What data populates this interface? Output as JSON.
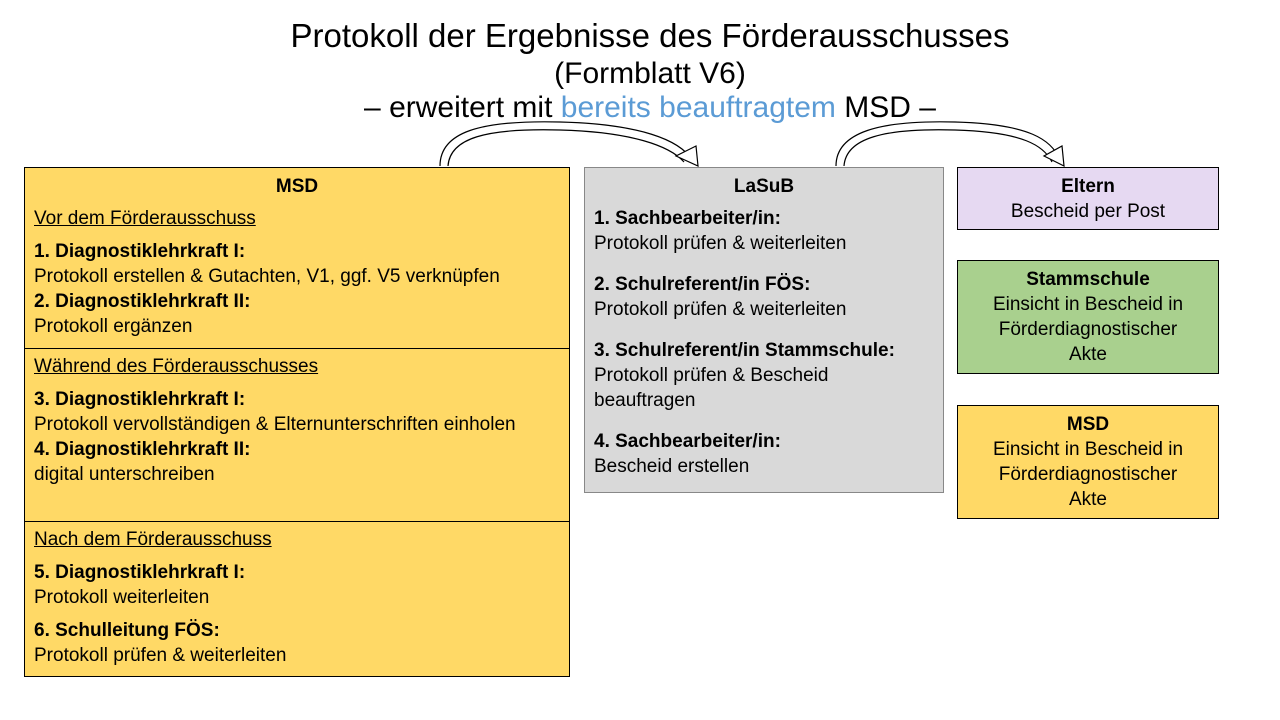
{
  "title": {
    "line1": "Protokoll der Ergebnisse des Förderausschusses",
    "line2": "(Formblatt V6)",
    "line3_prefix": "– erweitert mit ",
    "line3_highlight": "bereits beauftragtem",
    "line3_suffix": " MSD –"
  },
  "msd": {
    "heading": "MSD",
    "sections": [
      {
        "title": "Vor dem Förderausschuss",
        "steps": [
          {
            "label": "1. Diagnostiklehrkraft I:",
            "text": "Protokoll erstellen & Gutachten, V1, ggf. V5 verknüpfen"
          },
          {
            "label": "2. Diagnostiklehrkraft II:",
            "text": "Protokoll ergänzen"
          }
        ]
      },
      {
        "title": "Während des Förderausschusses",
        "steps": [
          {
            "label": "3. Diagnostiklehrkraft I:",
            "text": "Protokoll vervollständigen & Elternunterschriften einholen"
          },
          {
            "label": "4. Diagnostiklehrkraft II:",
            "text": "digital unterschreiben"
          }
        ]
      },
      {
        "title": "Nach dem Förderausschuss",
        "steps": [
          {
            "label": "5. Diagnostiklehrkraft I:",
            "text": "Protokoll weiterleiten"
          },
          {
            "label": "6. Schulleitung FÖS:",
            "text": "Protokoll prüfen & weiterleiten"
          }
        ]
      }
    ]
  },
  "lasub": {
    "heading": "LaSuB",
    "steps": [
      {
        "label": "1. Sachbearbeiter/in:",
        "text": "Protokoll prüfen & weiterleiten"
      },
      {
        "label": "2. Schulreferent/in FÖS:",
        "text": "Protokoll prüfen & weiterleiten"
      },
      {
        "label": "3. Schulreferent/in Stammschule:",
        "text": "Protokoll prüfen & Bescheid beauftragen"
      },
      {
        "label": "4. Sachbearbeiter/in:",
        "text": "Bescheid erstellen"
      }
    ]
  },
  "eltern": {
    "heading": "Eltern",
    "text": "Bescheid per Post"
  },
  "stammschule": {
    "heading": "Stammschule",
    "text": "Einsicht in Bescheid in Förderdiagnostischer Akte"
  },
  "msd_right": {
    "heading": "MSD",
    "text": "Einsicht in Bescheid in Förderdiagnostischer Akte"
  },
  "colors": {
    "yellow": "#ffd966",
    "grey": "#d9d9d9",
    "lilac": "#e6d9f2",
    "green": "#a9d08e",
    "highlight": "#5b9bd5"
  }
}
